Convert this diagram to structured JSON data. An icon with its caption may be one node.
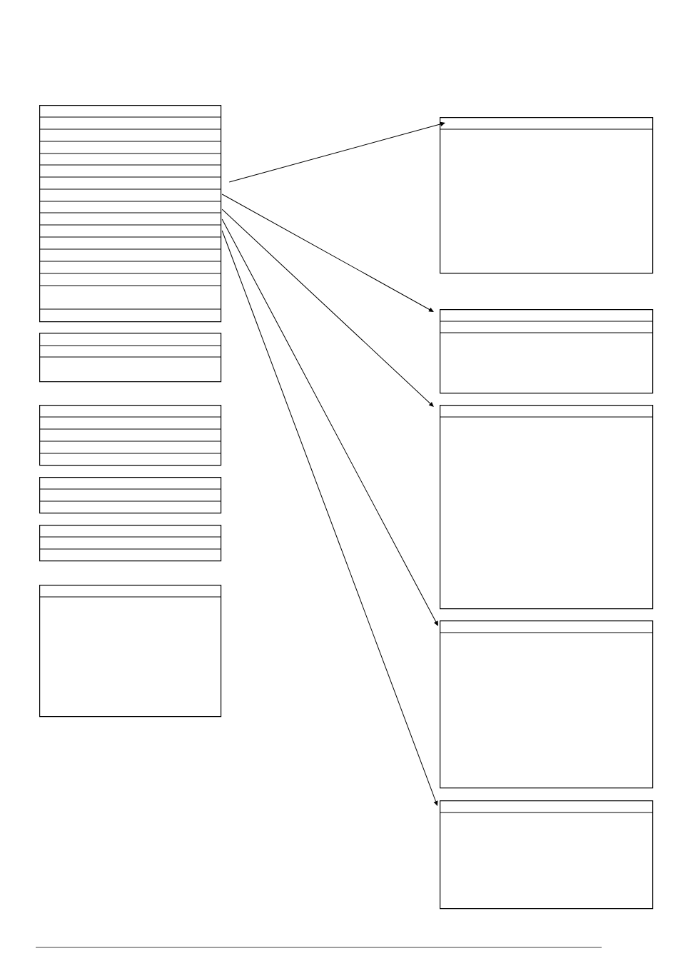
{
  "diagram": {
    "nodes": [
      {
        "text": [],
        "shape": "box"
      },
      {
        "text": [],
        "shape": "box"
      },
      {
        "text": [],
        "shape": "box"
      },
      {
        "text": [],
        "shape": "box"
      },
      {
        "text": [],
        "shape": "box"
      },
      {
        "text": [],
        "shape": "box"
      },
      {
        "text": [],
        "shape": "box"
      },
      {
        "text": [],
        "shape": "box"
      },
      {
        "text": [],
        "shape": "box"
      },
      {
        "text": [],
        "shape": "box"
      },
      {
        "text": [],
        "shape": "box"
      }
    ],
    "edges": [
      {
        "from": 0,
        "to": 6,
        "arrow": "to"
      },
      {
        "from": 0,
        "to": 7,
        "arrow": "to"
      },
      {
        "from": 0,
        "to": 8,
        "arrow": "to"
      },
      {
        "from": 0,
        "to": 9,
        "arrow": "to"
      },
      {
        "from": 0,
        "to": 10,
        "arrow": "to"
      }
    ]
  }
}
